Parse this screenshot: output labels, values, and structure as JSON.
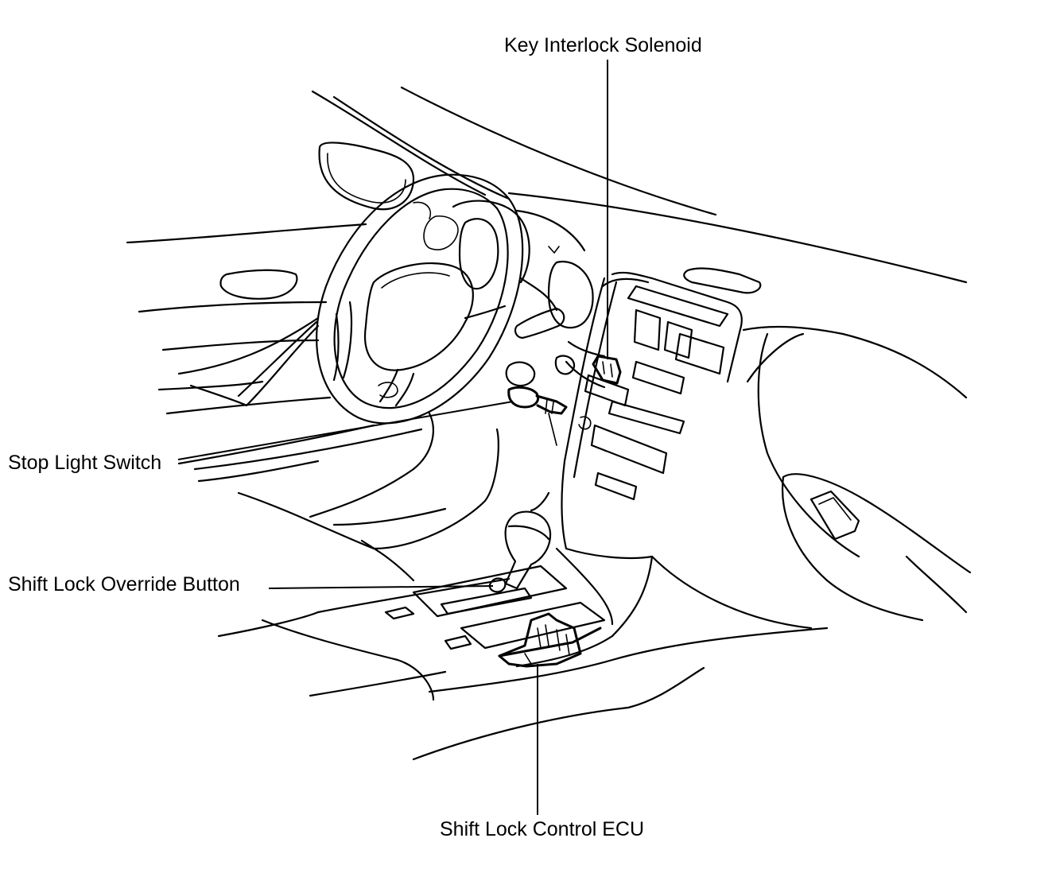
{
  "diagram": {
    "labels": {
      "key_interlock_solenoid": "Key Interlock Solenoid",
      "stop_light_switch": "Stop Light Switch",
      "shift_lock_override_button": "Shift Lock Override Button",
      "shift_lock_control_ecu": "Shift Lock Control ECU"
    },
    "line_color": "#000000",
    "background_color": "#ffffff"
  }
}
